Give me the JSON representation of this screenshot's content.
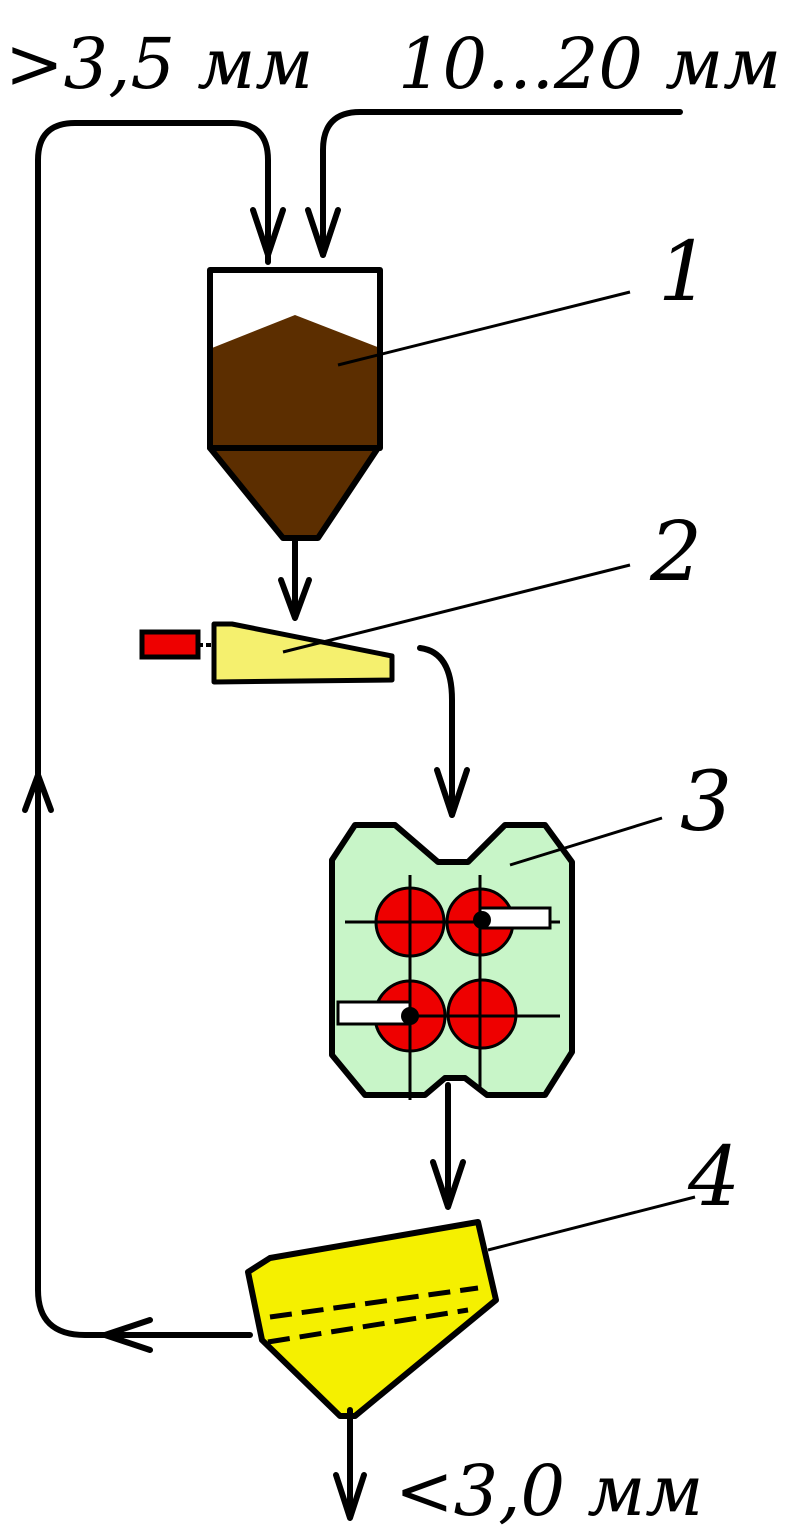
{
  "labels": {
    "recycle_size": ">3,5 мм",
    "feed_size": "10...20 мм",
    "product_size": "<3,0 мм"
  },
  "equipment": [
    {
      "number": "1",
      "kind": "hopper-bin",
      "fill": "#5c2e00"
    },
    {
      "number": "2",
      "kind": "vibratory-feeder",
      "fill": "#f5f06e",
      "motor": "#ee0000"
    },
    {
      "number": "3",
      "kind": "roll-crusher",
      "fill": "#c8f5c8",
      "rolls": "#ee0000"
    },
    {
      "number": "4",
      "kind": "screen",
      "fill": "#f5f000"
    }
  ],
  "colors": {
    "stroke": "#000000",
    "background": "#ffffff"
  }
}
